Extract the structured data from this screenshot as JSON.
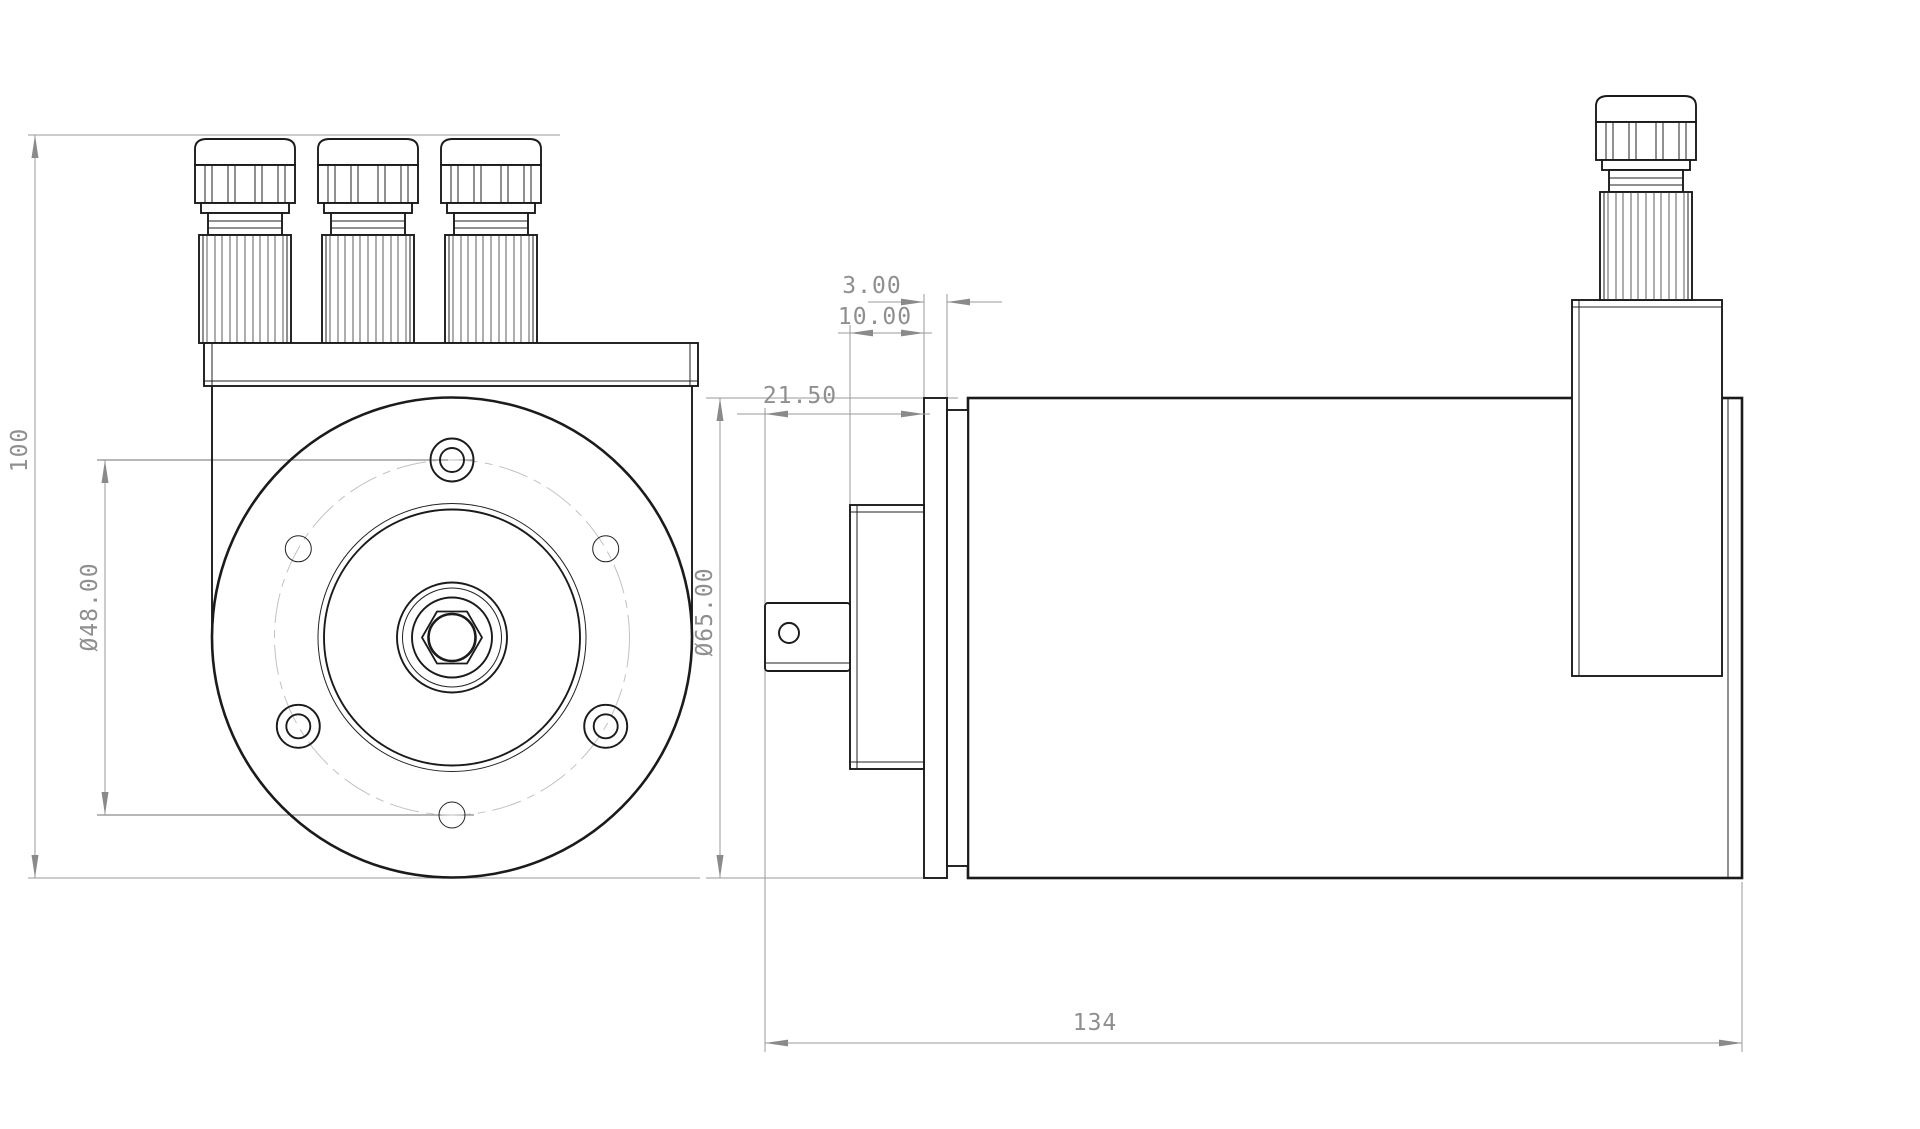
{
  "drawing": {
    "description": "Two-view engineering drawing of a shaft rotary encoder with cable glands",
    "line_color": "#1b1b1b",
    "dimension_color": "#8f8f8f",
    "front_view": {
      "overall_height": "100",
      "bolt_circle_diameter": "Ø48.00"
    },
    "side_view": {
      "flange_thickness": "3.00",
      "hub_protrusion": "10.00",
      "shaft_protrusion": "21.50",
      "body_diameter": "Ø65.00",
      "body_length": "134"
    }
  }
}
